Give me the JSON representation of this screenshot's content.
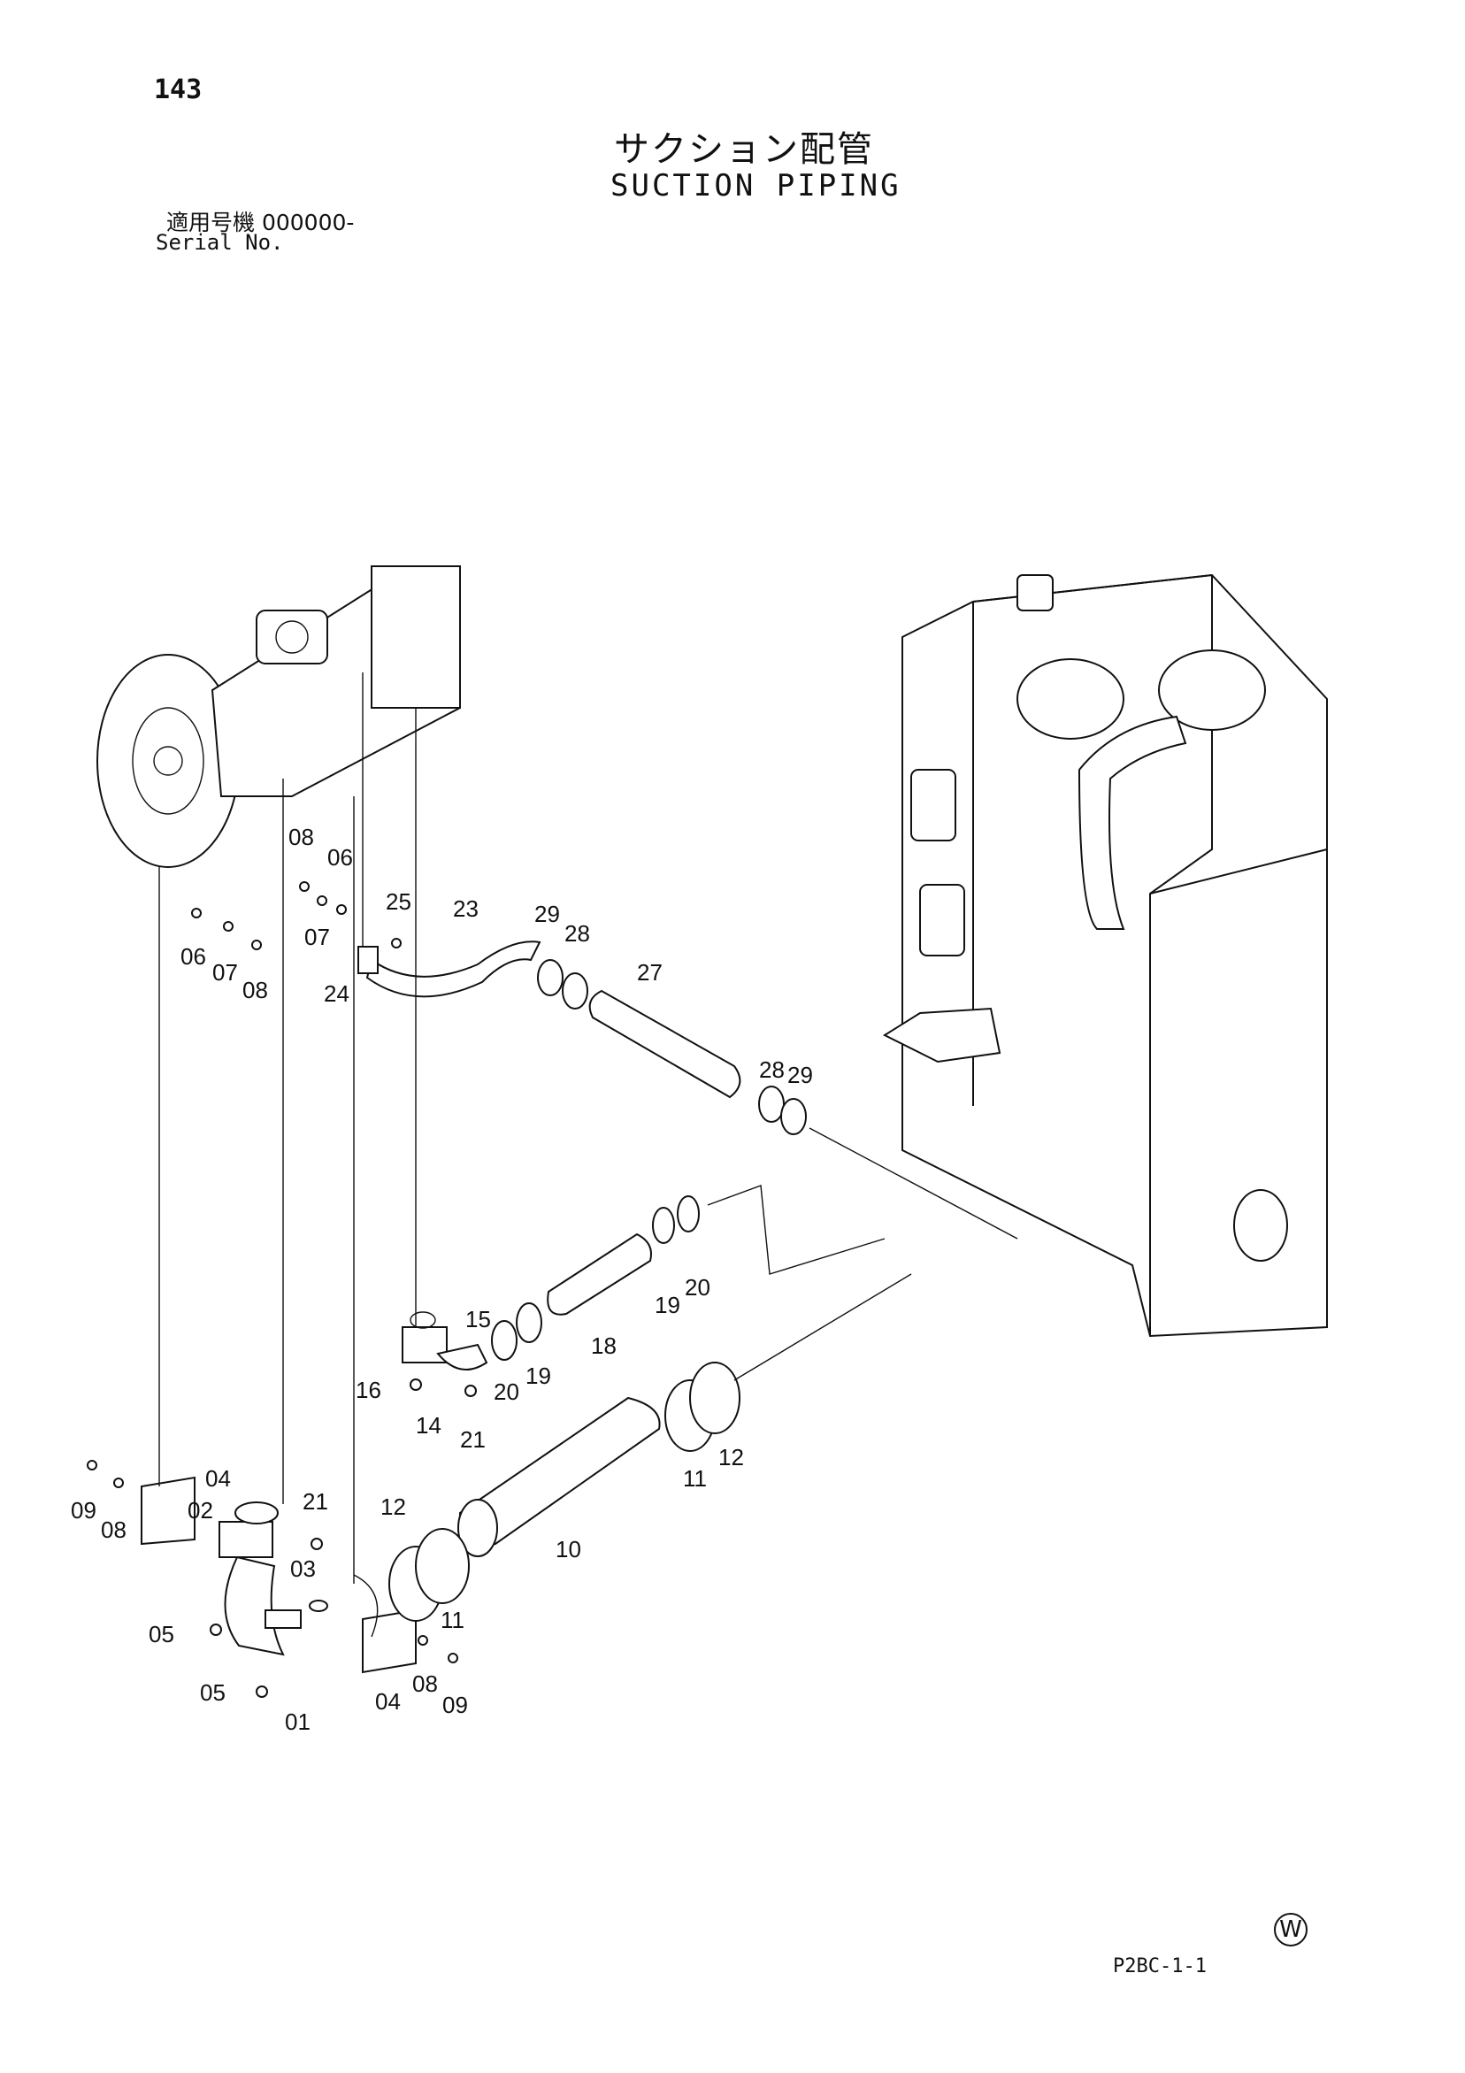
{
  "header": {
    "page_number": "143",
    "title_jp": "サクション配管",
    "title_en": "SUCTION PIPING",
    "serial_jp": "適用号機  000000-",
    "serial_en": "Serial No."
  },
  "footer": {
    "watermark": "W",
    "doc_code": "P2BC-1-1"
  },
  "callouts": {
    "c01": "01",
    "c02": "02",
    "c03": "03",
    "c04a": "04",
    "c04b": "04",
    "c05a": "05",
    "c05b": "05",
    "c06a": "06",
    "c06b": "06",
    "c07a": "07",
    "c07b": "07",
    "c08a": "08",
    "c08b": "08",
    "c08c": "08",
    "c08d": "08",
    "c09a": "09",
    "c09b": "09",
    "c10": "10",
    "c11a": "11",
    "c11b": "11",
    "c12a": "12",
    "c12b": "12",
    "c14": "14",
    "c15": "15",
    "c16": "16",
    "c18": "18",
    "c19a": "19",
    "c19b": "19",
    "c20a": "20",
    "c20b": "20",
    "c21a": "21",
    "c21b": "21",
    "c23": "23",
    "c24": "24",
    "c25": "25",
    "c27": "27",
    "c28a": "28",
    "c28b": "28",
    "c29a": "29",
    "c29b": "29"
  }
}
